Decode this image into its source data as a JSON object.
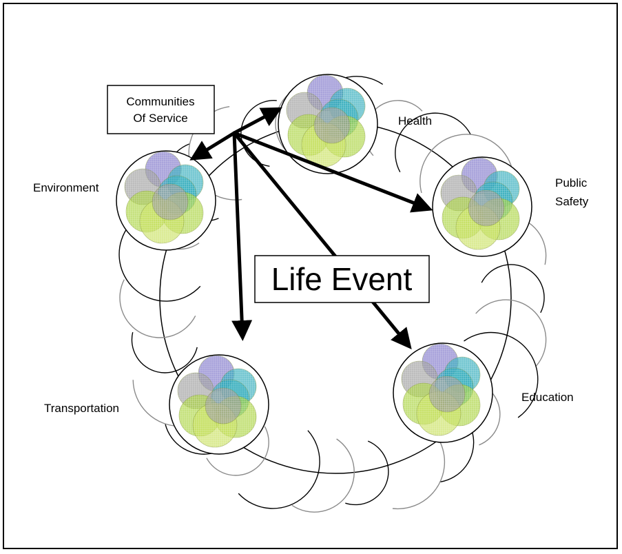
{
  "diagram": {
    "center_label": "Life Event",
    "callout_label_lines": [
      "Communities",
      "Of Service"
    ],
    "clusters": [
      {
        "key": "health",
        "label_lines": [
          "Health"
        ]
      },
      {
        "key": "public-safety",
        "label_lines": [
          "Public",
          "Safety"
        ]
      },
      {
        "key": "education",
        "label_lines": [
          "Education"
        ]
      },
      {
        "key": "transportation",
        "label_lines": [
          "Transportation"
        ]
      },
      {
        "key": "environment",
        "label_lines": [
          "Environment"
        ]
      }
    ],
    "colors": {
      "purple": "#7b72c8",
      "teal": "#2aa9b8",
      "gray": "#9a9a9a",
      "green": "#a8d23a",
      "lime": "#c8e05a",
      "line": "#000000",
      "gray_line": "#8a8a8a"
    }
  }
}
